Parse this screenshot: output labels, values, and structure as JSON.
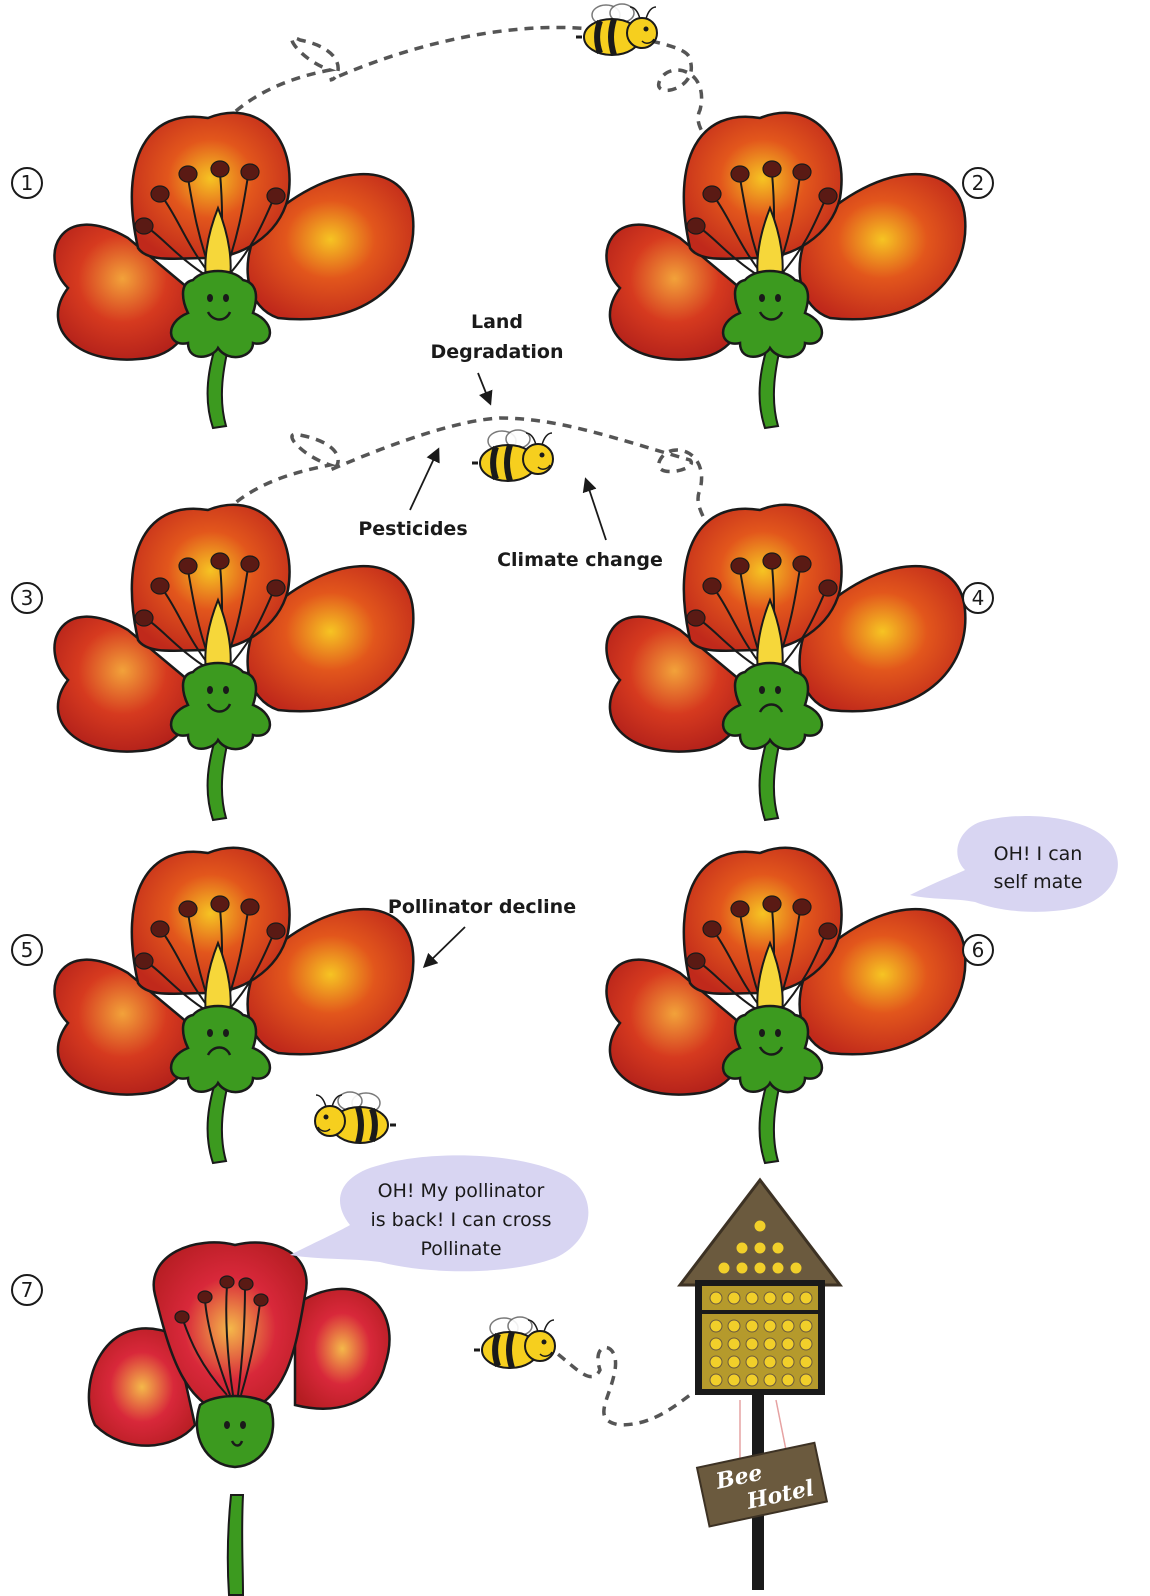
{
  "steps": [
    "1",
    "2",
    "3",
    "4",
    "5",
    "6",
    "7"
  ],
  "labels": {
    "land_degradation_1": "Land",
    "land_degradation_2": "Degradation",
    "pesticides": "Pesticides",
    "climate_change": "Climate change",
    "pollinator_decline": "Pollinator decline"
  },
  "bubbles": {
    "self_mate_1": "OH! I can",
    "self_mate_2": "self mate",
    "back_1": "OH! My pollinator",
    "back_2": "is back! I can cross",
    "back_3": "Pollinate"
  },
  "sign": {
    "line1": "Bee",
    "line2": "Hotel"
  },
  "colors": {
    "petal_dark": "#c0291b",
    "petal_mid": "#e2561c",
    "petal_light": "#f6c423",
    "sepal": "#3c9a1f",
    "stamen": "#5a1a14",
    "bee_yellow": "#f6cf1e",
    "bubble": "#d8d5f2",
    "wood": "#6b5a3e"
  }
}
